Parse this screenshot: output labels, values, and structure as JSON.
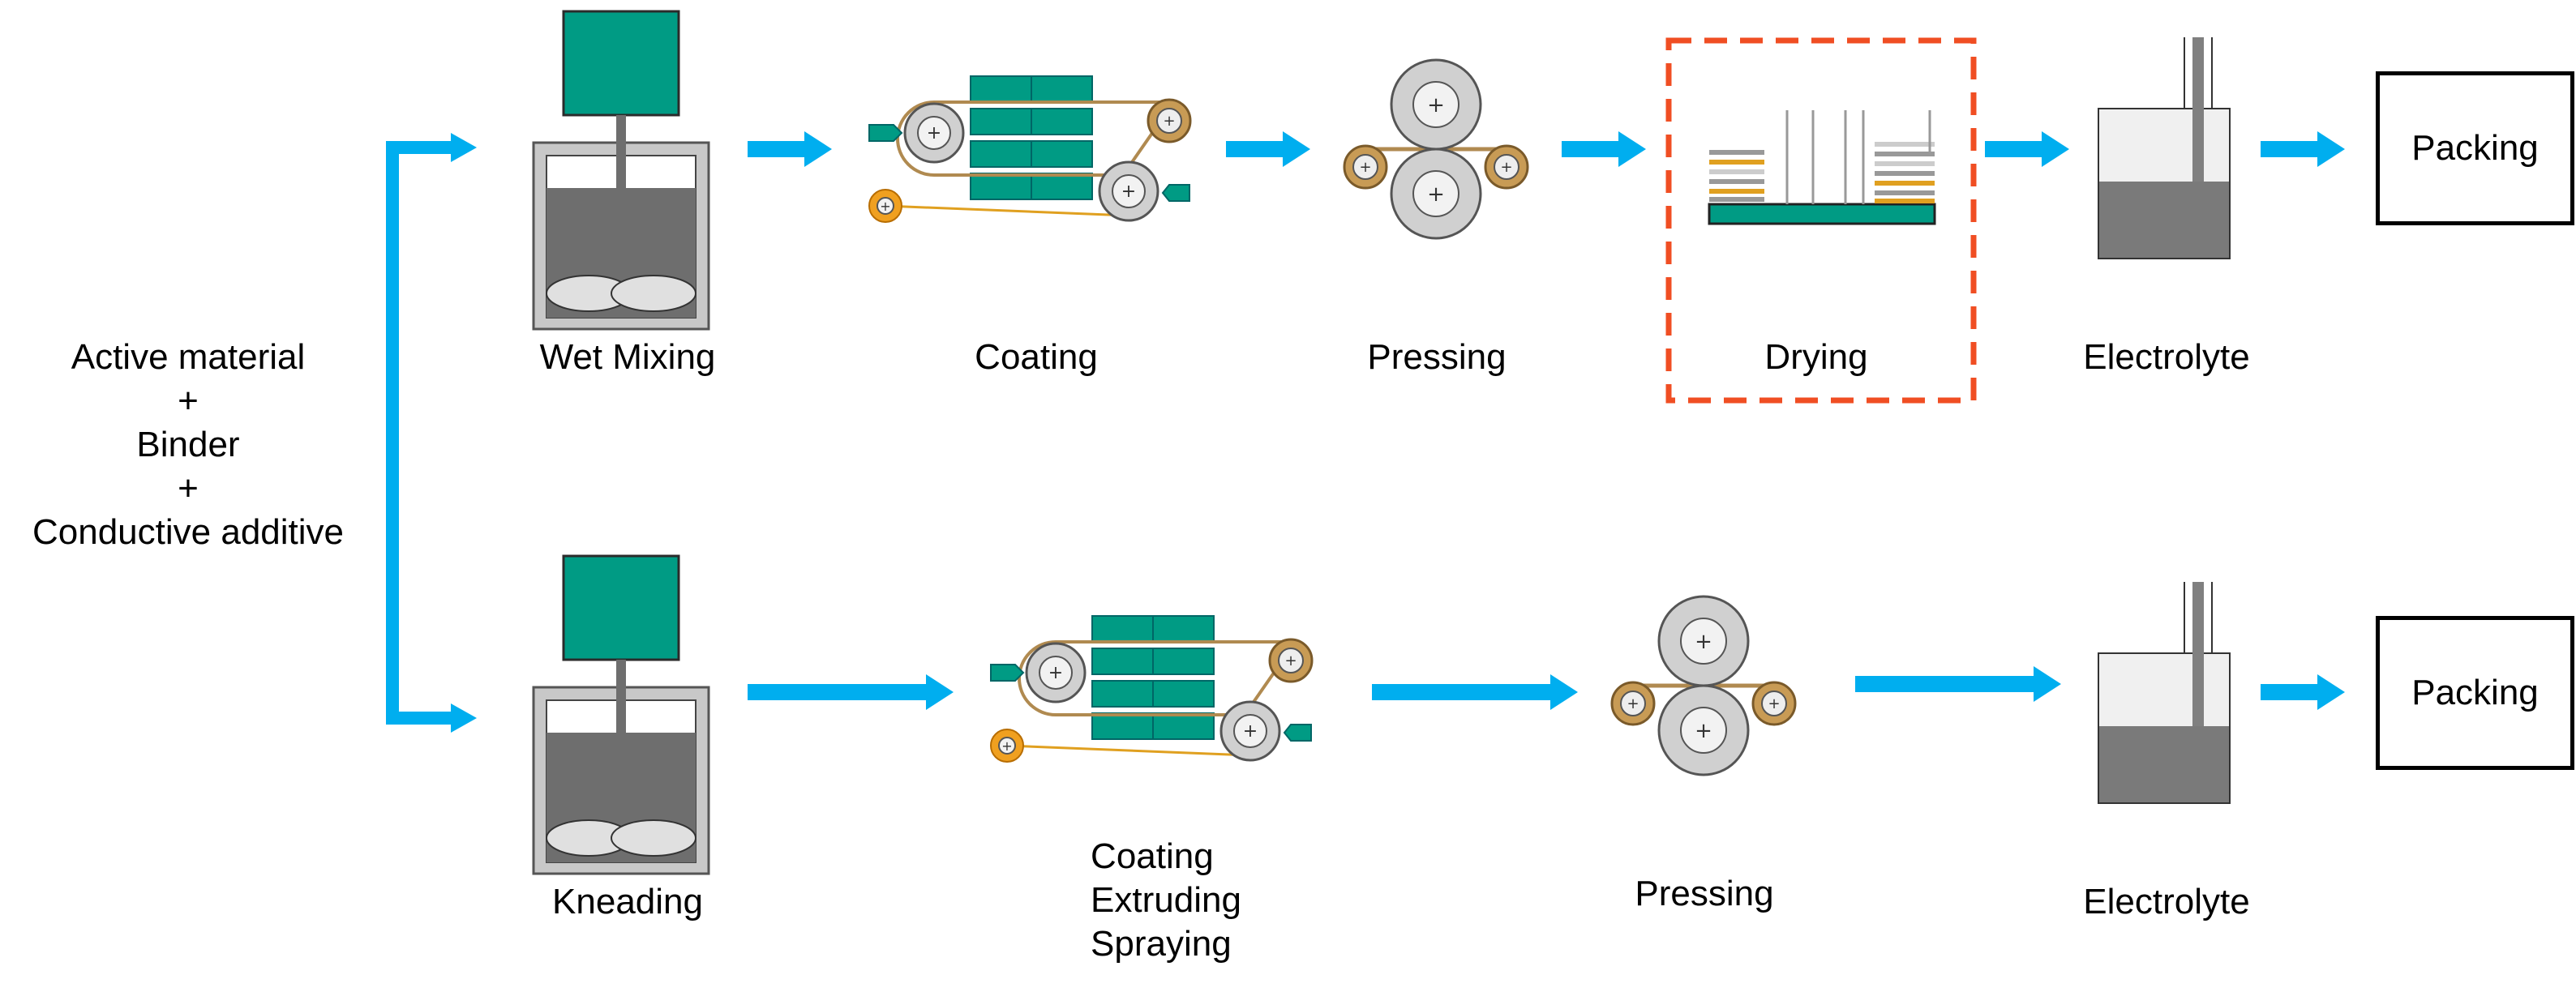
{
  "inputs": {
    "line1": "Active material",
    "plus1": "+",
    "line2": "Binder",
    "plus2": "+",
    "line3": "Conductive additive"
  },
  "top_row": {
    "mixing": "Wet Mixing",
    "coating": "Coating",
    "pressing": "Pressing",
    "drying": "Drying",
    "electrolyte": "Electrolyte",
    "packing": "Packing"
  },
  "bottom_row": {
    "mixing": "Kneading",
    "coating_line1": "Coating",
    "coating_line2": "Extruding",
    "coating_line3": "Spraying",
    "pressing": "Pressing",
    "electrolyte": "Electrolyte",
    "packing": "Packing"
  },
  "colors": {
    "arrow": "#00AEEF",
    "machine_green": "#009B84",
    "roller_gray": "#D0D0D0",
    "belt_gold": "#B08A50",
    "highlight_dashed": "#F04E23",
    "liquid_gray": "#808080"
  }
}
